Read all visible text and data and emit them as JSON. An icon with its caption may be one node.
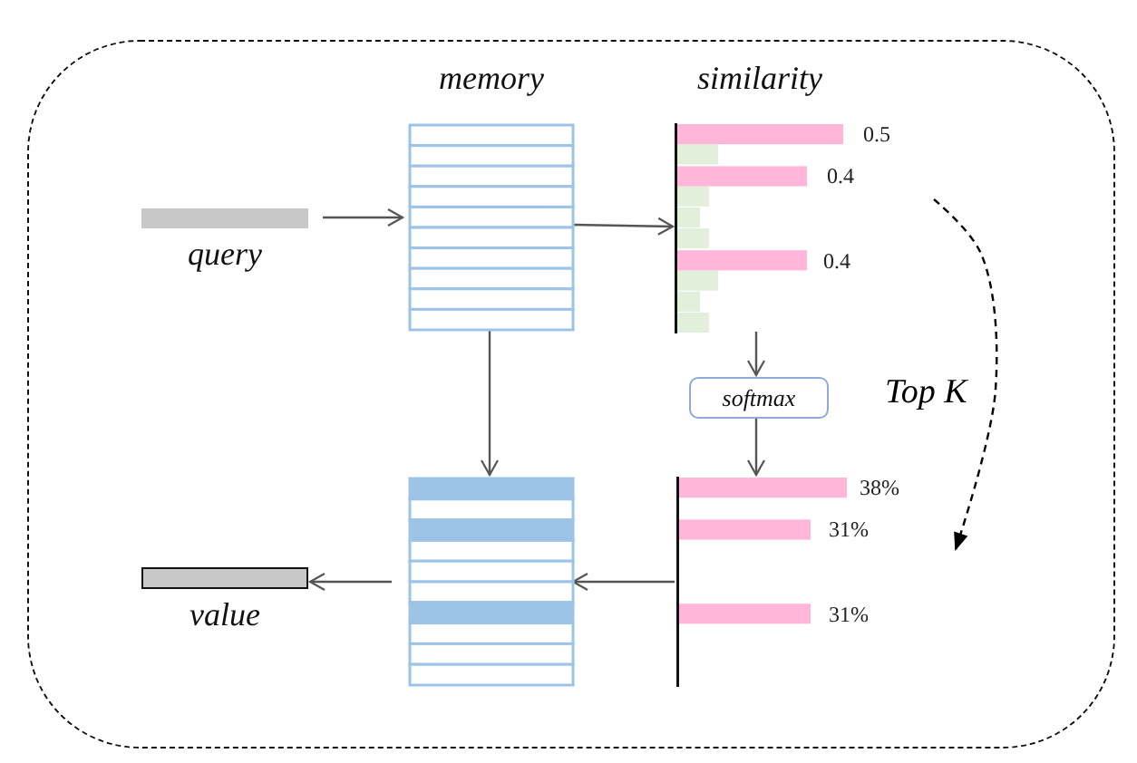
{
  "diagram": {
    "nodes": [
      {
        "text": [],
        "shape": "box"
      },
      {
        "text": [
          "query"
        ],
        "in": 0
      },
      {
        "text": [
          "memory"
        ],
        "in": 0
      },
      {
        "text": [
          "similarity",
          "0.5",
          "0.4",
          "0.4"
        ],
        "in": 0
      },
      {
        "text": [
          "softmax"
        ],
        "in": 0
      },
      {
        "text": [
          "38%",
          "31%",
          "31%"
        ],
        "in": 0
      },
      {
        "text": [],
        "shape": "box",
        "in": 0
      },
      {
        "text": [
          "value"
        ],
        "in": 0
      }
    ],
    "edges": [
      {
        "from": 1,
        "to": 2,
        "arrow": "to"
      },
      {
        "from": 2,
        "to": 3,
        "arrow": "to"
      },
      {
        "from": 2,
        "to": 6,
        "arrow": "to"
      },
      {
        "from": 3,
        "to": 4,
        "arrow": "to"
      },
      {
        "from": 4,
        "to": 5,
        "arrow": "to"
      },
      {
        "from": 5,
        "to": 6,
        "arrow": "to"
      },
      {
        "from": 6,
        "to": 7,
        "arrow": "to"
      },
      {
        "from": 3,
        "to": 5,
        "arrow": "to",
        "label": "Top K",
        "style": "dashed",
        "color": "#000000"
      }
    ]
  }
}
